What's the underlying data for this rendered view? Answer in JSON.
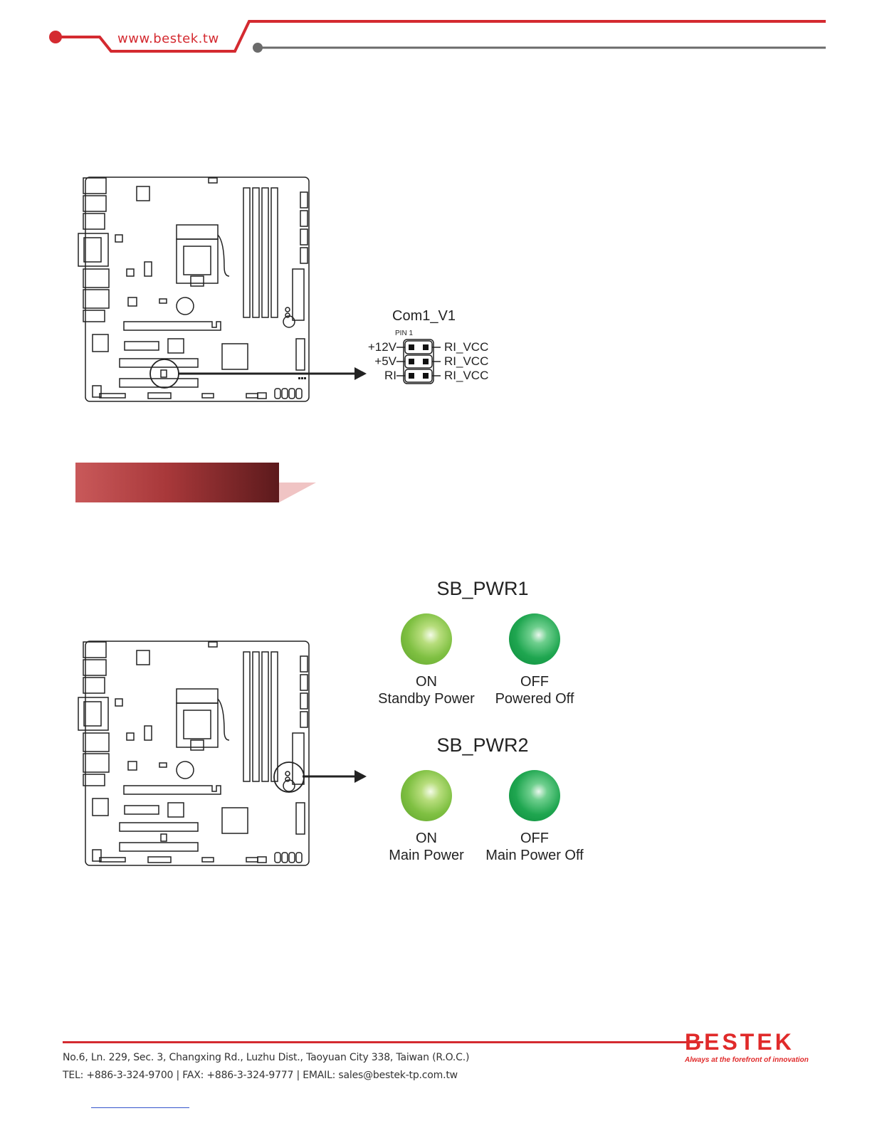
{
  "header": {
    "url": "www.bestek.tw",
    "accent_color": "#d42a30",
    "line_color": "#6b6b6b"
  },
  "section1": {
    "connector_name": "Com1_V1",
    "pin_label": "PIN 1",
    "left_pins": [
      "+12V",
      "+5V",
      "RI"
    ],
    "right_pins": [
      "RI_VCC",
      "RI_VCC",
      "RI_VCC"
    ]
  },
  "section2": {
    "band_color": "#a8383a",
    "groups": [
      {
        "title": "SB_PWR1",
        "leds": [
          {
            "state": "ON",
            "desc": "Standby Power",
            "color": "#7fc042"
          },
          {
            "state": "OFF",
            "desc": "Powered Off",
            "color": "#1fa650"
          }
        ]
      },
      {
        "title": "SB_PWR2",
        "leds": [
          {
            "state": "ON",
            "desc": "Main Power",
            "color": "#7fc042"
          },
          {
            "state": "OFF",
            "desc": "Main Power Off",
            "color": "#1fa650"
          }
        ]
      }
    ]
  },
  "footer": {
    "address": "No.6, Ln. 229, Sec. 3, Changxing Rd., Luzhu Dist., Taoyuan City 338, Taiwan (R.O.C.)",
    "contact": "TEL: +886-3-324-9700  |  FAX: +886-3-324-9777  |  EMAIL: sales@bestek-tp.com.tw",
    "brand": "BESTEK",
    "slogan": "Always at the forefront of innovation"
  }
}
